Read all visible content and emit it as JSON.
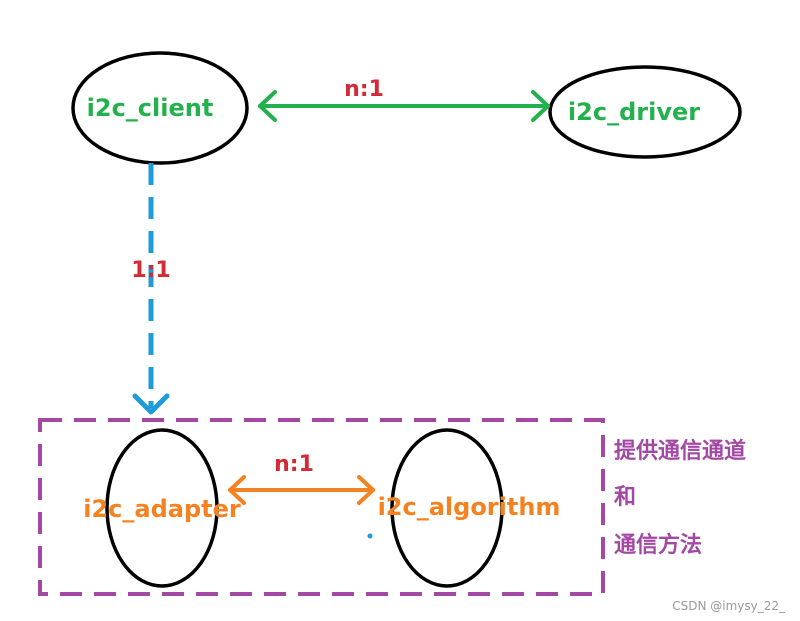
{
  "nodes": {
    "client": "i2c_client",
    "driver": "i2c_driver",
    "adapter": "i2c_adapter",
    "algorithm": "i2c_algorithm"
  },
  "relations": {
    "client_driver": "n:1",
    "client_adapter": "1:1",
    "adapter_algorithm": "n:1"
  },
  "group_note": {
    "line1": "提供通信通道",
    "line2": "和",
    "line3": "通信方法"
  },
  "watermark": "CSDN @imysy_22_",
  "colors": {
    "green": "#22b14c",
    "blue": "#1e9bd8",
    "red": "#d42a36",
    "orange": "#f58220",
    "purple": "#a349a4",
    "black": "#000000"
  }
}
